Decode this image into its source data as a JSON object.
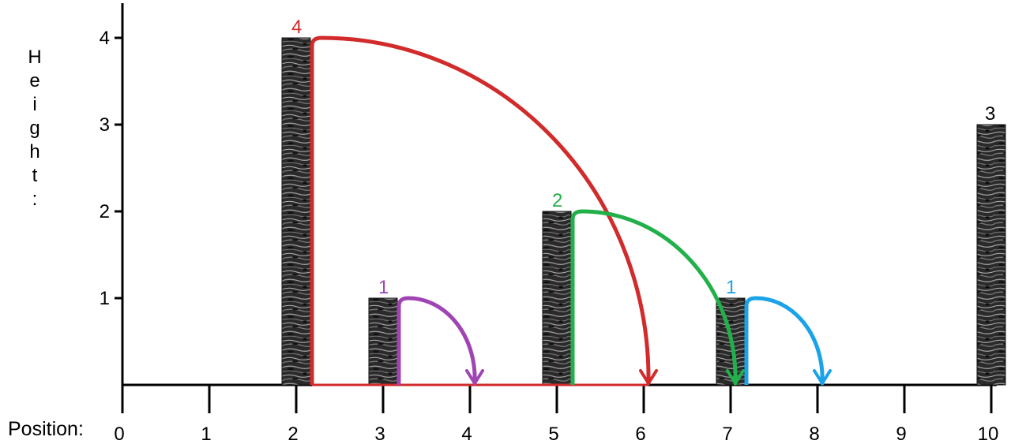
{
  "axes": {
    "y_label": "Height:",
    "x_label": "Position:",
    "y_ticks": [
      "1",
      "2",
      "3",
      "4"
    ],
    "x_ticks": [
      "0",
      "1",
      "2",
      "3",
      "4",
      "5",
      "6",
      "7",
      "8",
      "9",
      "10"
    ]
  },
  "blocks": [
    {
      "position": 2,
      "height": 4
    },
    {
      "position": 3,
      "height": 1
    },
    {
      "position": 5,
      "height": 2
    },
    {
      "position": 7,
      "height": 1
    },
    {
      "position": 10,
      "height": 3
    }
  ],
  "jumps": [
    {
      "label": "4",
      "from": 2,
      "to": 6,
      "height": 4,
      "color": "#d12b2b"
    },
    {
      "label": "1",
      "from": 3,
      "to": 4,
      "height": 1,
      "color": "#a044b4"
    },
    {
      "label": "2",
      "from": 5,
      "to": 7,
      "height": 2,
      "color": "#22b04a"
    },
    {
      "label": "1",
      "from": 7,
      "to": 8,
      "height": 1,
      "color": "#1aa3e8"
    }
  ],
  "end_label": "3",
  "colors": {
    "axis": "#000000",
    "block_dark": "#1e1e1e",
    "block_light": "#8a8a8a"
  }
}
